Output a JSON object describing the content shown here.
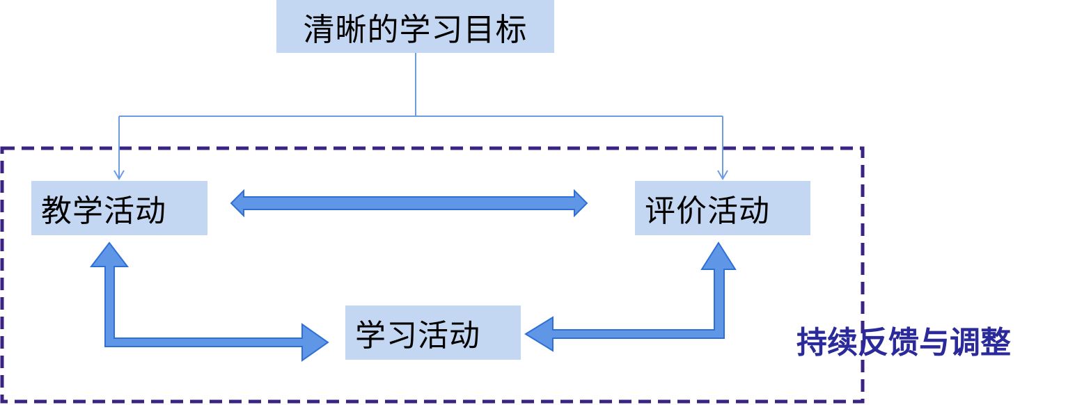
{
  "diagram": {
    "goal": "清晰的学习目标",
    "teaching_activity": "教学活动",
    "assessment_activity": "评价活动",
    "learning_activity": "学习活动",
    "loop_label": "持续反馈与调整"
  },
  "colors": {
    "box_fill": "#c3d7f3",
    "arrow_fill": "#6096e6",
    "arrow_stroke": "#2e6fd6",
    "connector": "#6a9ce6",
    "dashed_border": "#3a2382",
    "label_text": "#2b2a9a"
  },
  "relations": [
    {
      "from": "goal",
      "to": "teaching_activity",
      "type": "directed"
    },
    {
      "from": "goal",
      "to": "assessment_activity",
      "type": "directed"
    },
    {
      "from": "teaching_activity",
      "to": "assessment_activity",
      "type": "bidirectional"
    },
    {
      "from": "teaching_activity",
      "to": "learning_activity",
      "type": "bidirectional"
    },
    {
      "from": "assessment_activity",
      "to": "learning_activity",
      "type": "bidirectional"
    }
  ]
}
